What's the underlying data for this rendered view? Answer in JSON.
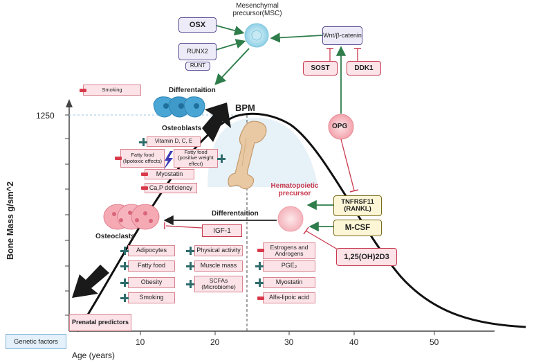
{
  "chart_data": {
    "type": "line",
    "xlabel": "Age (years)",
    "ylabel": "Bone Mass g/sm^2",
    "x_ticks": [
      "10",
      "20",
      "30",
      "40",
      "50"
    ],
    "y_ticks": [
      "1250"
    ],
    "peak_label": "BPM"
  },
  "top": {
    "msc_label": "Mesenchymal precursor(MSC)",
    "osx": "OSX",
    "runx2": "RUNX2",
    "runt": "RUNT",
    "wnt": "Wnt/β-catenin",
    "sost": "SOST",
    "ddk1": "DDK1",
    "differentiation_top": "Differentaition"
  },
  "osteoblasts": {
    "label": "Osteoblasts",
    "vitamin": "Vitamin D, C, E",
    "fatty_lipotoxic": "Fatty food (lipotoxic effects)",
    "fatty_positive": "Fatty food (positive weight effect)",
    "myostatin": "Myostatin",
    "ca_p": "Ca,P deficiency"
  },
  "smoking_top": "Smoking",
  "hematopoietic": {
    "label": "Hematopoietic precursor",
    "opg": "OPG",
    "rankl": "TNFRSF11 (RANKL)",
    "mcsf": "M-CSF",
    "vitd3": "1,25(OH)2D3",
    "differentiation": "Differentaition",
    "igf1": "IGF-1"
  },
  "osteoclasts": {
    "label": "Osteoclasts"
  },
  "factors_left": [
    "Adipocytes",
    "Fatty food",
    "Obesity",
    "Smoking"
  ],
  "factors_mid": [
    "Physical activity",
    "Muscle mass",
    "SCFAs (Microbiome)"
  ],
  "factors_right": [
    "Estrogens and Androgens",
    "PGE₂",
    "Myostatin",
    "Alfa-lipoic acid"
  ],
  "prenatal": "Prenatal predictors",
  "genetic": "Genetic factors",
  "colors": {
    "curve": "#111111",
    "green_arrow": "#2e7d4a",
    "inhibit": "#c8384e",
    "plus": "#2e6b6b",
    "minus": "#d83a4a"
  }
}
